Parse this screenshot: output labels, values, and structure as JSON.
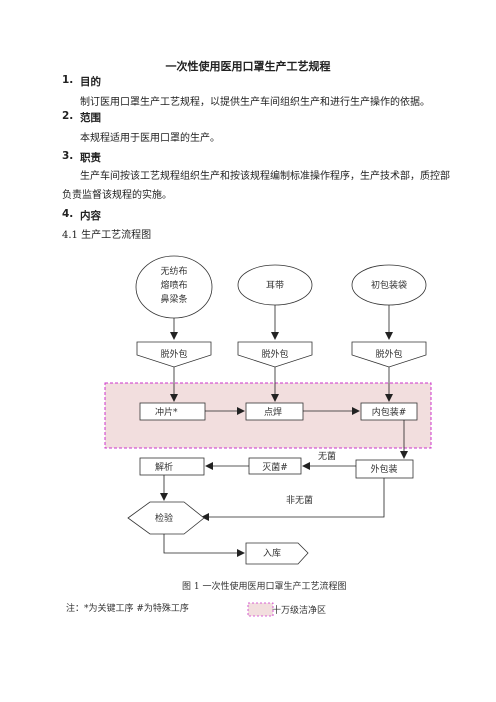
{
  "doc": {
    "title": "一次性使用医用口罩生产工艺规程",
    "sections": [
      {
        "num": "1.",
        "heading": "目的",
        "body": [
          "制订医用口罩生产工艺规程，以提供生产车间组织生产和进行生产操作的依据。"
        ]
      },
      {
        "num": "2.",
        "heading": "范围",
        "body": [
          "本规程适用于医用口罩的生产。"
        ]
      },
      {
        "num": "3.",
        "heading": "职责",
        "body": [
          "生产车间按该工艺规程组织生产和按该规程编制标准操作程序，生产技术部，质控部",
          "负责监督该规程的实施。"
        ]
      },
      {
        "num": "4.",
        "heading": "内容",
        "body": []
      }
    ],
    "subsection": "4.1 生产工艺流程图"
  },
  "diagram": {
    "materials": {
      "raw": [
        "无纺布",
        "熔喷布",
        "鼻梁条"
      ],
      "ear": "耳带",
      "bag": "初包装袋"
    },
    "unpack_label": "脱外包",
    "process": {
      "punch": "冲片*",
      "weld": "点焊",
      "inner_pack": "内包装#",
      "outer_pack": "外包装",
      "sterilize": "灭菌#",
      "analyze": "解析",
      "inspect": "检验",
      "warehouse": "入库"
    },
    "edge_labels": {
      "no_sterile": "无菌",
      "non_sterile": "非无菌"
    },
    "clean_zone_color": "#f2dede",
    "clean_zone_border": "#cc33cc",
    "caption": "图 1  一次性使用医用口罩生产工艺流程图",
    "legend": {
      "note": "注：*为关键工序    #为特殊工序",
      "zone": "十万级洁净区"
    }
  }
}
